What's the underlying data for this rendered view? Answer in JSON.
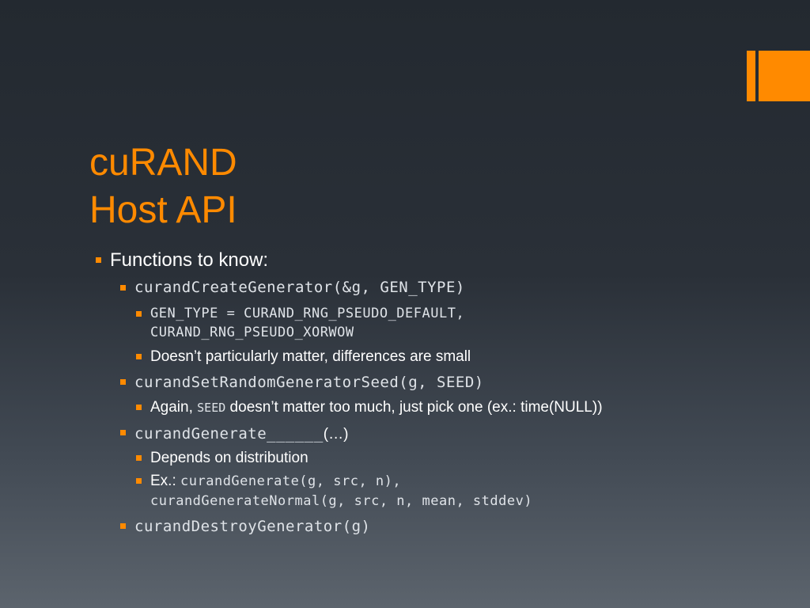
{
  "slide": {
    "title_line1": "cuRAND",
    "title_line2": "Host API",
    "accent_color": "#ff8a00",
    "bullets": {
      "functions": "Functions to know:",
      "create": "curandCreateGenerator(&g, GEN_TYPE)",
      "gen_type_line1": "GEN_TYPE = CURAND_RNG_PSEUDO_DEFAULT,",
      "gen_type_line2": "CURAND_RNG_PSEUDO_XORWOW",
      "doesnt_matter": "Doesn’t particularly matter, differences are small",
      "seed": "curandSetRandomGeneratorSeed(g, SEED)",
      "again_prefix": "Again, ",
      "again_code": "SEED",
      "again_suffix": " doesn’t matter too much, just pick one (ex.: time(NULL))",
      "generate_code": "curandGenerate______",
      "generate_suffix": "(…)",
      "depends": "Depends on distribution",
      "ex_prefix": "Ex.: ",
      "ex_code_line1": "curandGenerate(g, src, n),",
      "ex_code_line2": "curandGenerateNormal(g, src, n, mean, stddev)",
      "destroy": "curandDestroyGenerator(g)"
    }
  }
}
